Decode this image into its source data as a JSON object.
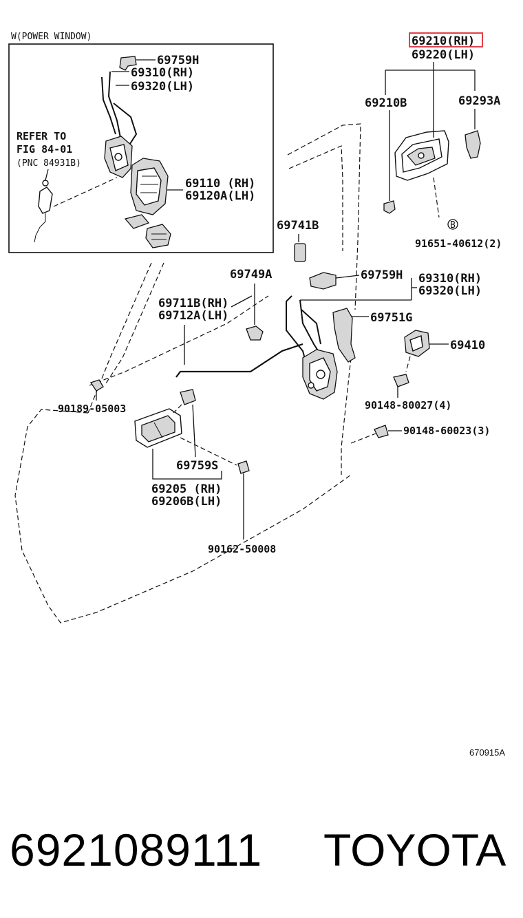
{
  "inset": {
    "title": "W(POWER WINDOW)",
    "refer_line1": "REFER TO",
    "refer_line2": "FIG 84-01",
    "refer_line3": "(PNC 84931B)",
    "labels": [
      "69759H",
      "69310(RH)",
      "69320(LH)",
      "69110 (RH)",
      "69120A(LH)"
    ]
  },
  "highlight": {
    "color": "#e0424b",
    "label": "69210(RH)"
  },
  "labels": {
    "l_69220": "69220(LH)",
    "l_69210B": "69210B",
    "l_69293A": "69293A",
    "l_91651": "91651-40612(2)",
    "l_B": "B",
    "l_69741B": "69741B",
    "l_69749A": "69749A",
    "l_69759H": "69759H",
    "l_69310": "69310(RH)",
    "l_69320": "69320(LH)",
    "l_69711B": "69711B(RH)",
    "l_69712A": "69712A(LH)",
    "l_69751G": "69751G",
    "l_69410": "69410",
    "l_90148_80027": "90148-80027(4)",
    "l_90189": "90189-05003",
    "l_90148_60023": "90148-60023(3)",
    "l_69759S": "69759S",
    "l_69205": "69205 (RH)",
    "l_69206B": "69206B(LH)",
    "l_90162": "90162-50008"
  },
  "figure_code": "670915A",
  "footer": {
    "part_number": "6921089111",
    "brand": "TOYOTA"
  }
}
